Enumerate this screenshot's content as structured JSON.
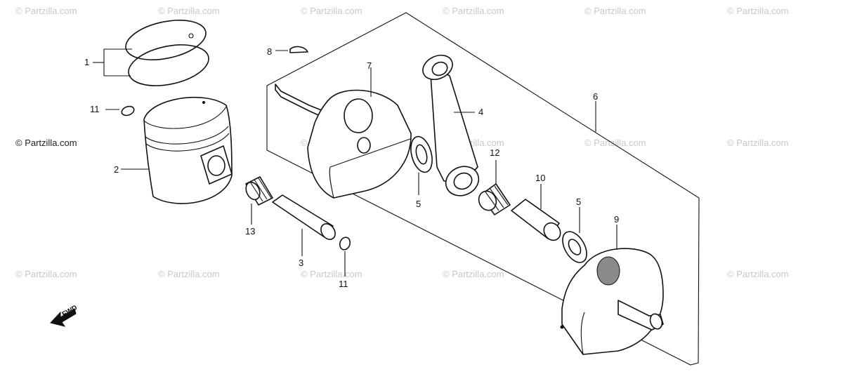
{
  "watermark": "© Partzilla.com",
  "callouts": {
    "c1": "1",
    "c2": "2",
    "c3": "3",
    "c4": "4",
    "c5a": "5",
    "c5b": "5",
    "c6": "6",
    "c7": "7",
    "c8": "8",
    "c9": "9",
    "c10": "10",
    "c11a": "11",
    "c11b": "11",
    "c12": "12",
    "c13": "13"
  },
  "fwd_label": "FWD"
}
